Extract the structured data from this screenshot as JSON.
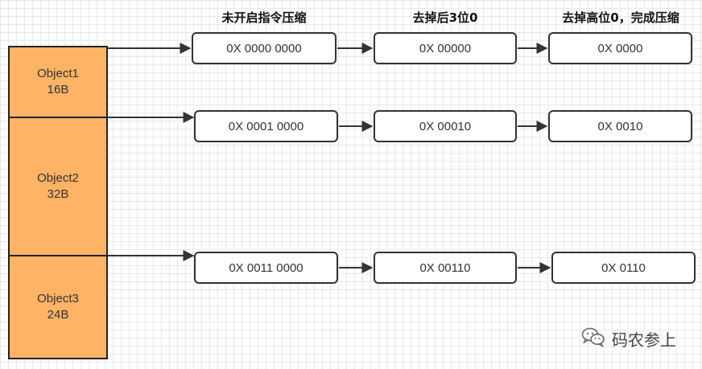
{
  "headers": [
    "未开启指令压缩",
    "去掉后3位0",
    "去掉高位0，完成压缩"
  ],
  "objects": [
    {
      "name": "Object1",
      "size": "16B"
    },
    {
      "name": "Object2",
      "size": "32B"
    },
    {
      "name": "Object3",
      "size": "24B"
    }
  ],
  "rows": [
    [
      "0X 0000 0000",
      "0X 00000",
      "0X 0000"
    ],
    [
      "0X 0001 0000",
      "0X 00010",
      "0X 0010"
    ],
    [
      "0X 0011 0000",
      "0X 00110",
      "0X 0110"
    ]
  ],
  "watermark": {
    "text": "码农参上",
    "icon": "wechat-icon"
  },
  "colors": {
    "object_fill": "#ffb366",
    "border": "#333333"
  }
}
